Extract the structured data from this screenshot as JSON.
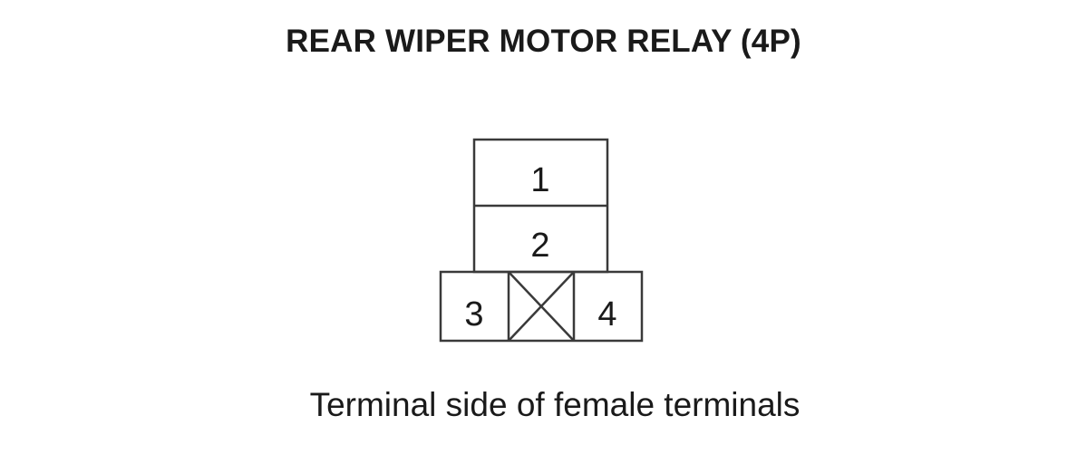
{
  "diagram": {
    "title": "REAR WIPER MOTOR RELAY (4P)",
    "caption": "Terminal side of female terminals",
    "terminals": [
      "1",
      "2",
      "3",
      "4"
    ],
    "line_color": "#3a3a3a"
  }
}
